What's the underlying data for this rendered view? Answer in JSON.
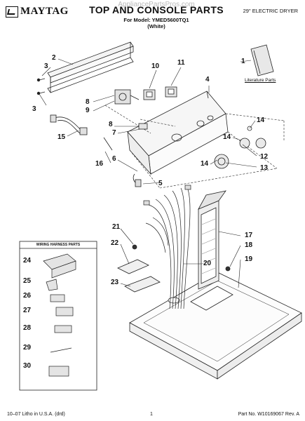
{
  "header": {
    "brand": "MAYTAG",
    "watermark": "AppliancePartsPros.com",
    "title": "TOP AND CONSOLE PARTS",
    "model_line": "For Model: YMED5600TQ1",
    "color_line": "(White)",
    "product": "29\" ELECTRIC DRYER"
  },
  "literature": {
    "label": "Literature Parts"
  },
  "harness_box": {
    "title": "WIRING HARNESS PARTS"
  },
  "callouts": {
    "c1": "1",
    "c2": "2",
    "c3a": "3",
    "c3b": "3",
    "c4": "4",
    "c5": "5",
    "c6": "6",
    "c7": "7",
    "c8a": "8",
    "c8b": "8",
    "c9": "9",
    "c10": "10",
    "c11": "11",
    "c12": "12",
    "c13": "13",
    "c14a": "14",
    "c14b": "14",
    "c14c": "14",
    "c15": "15",
    "c16": "16",
    "c17": "17",
    "c18": "18",
    "c19": "19",
    "c20": "20",
    "c21": "21",
    "c22": "22",
    "c23": "23",
    "c24": "24",
    "c25": "25",
    "c26": "26",
    "c27": "27",
    "c28": "28",
    "c29": "29",
    "c30": "30"
  },
  "footer": {
    "left": "10–07 Litho in U.S.A. (drd)",
    "page": "1",
    "right": "Part No. W10169067 Rev. A"
  }
}
